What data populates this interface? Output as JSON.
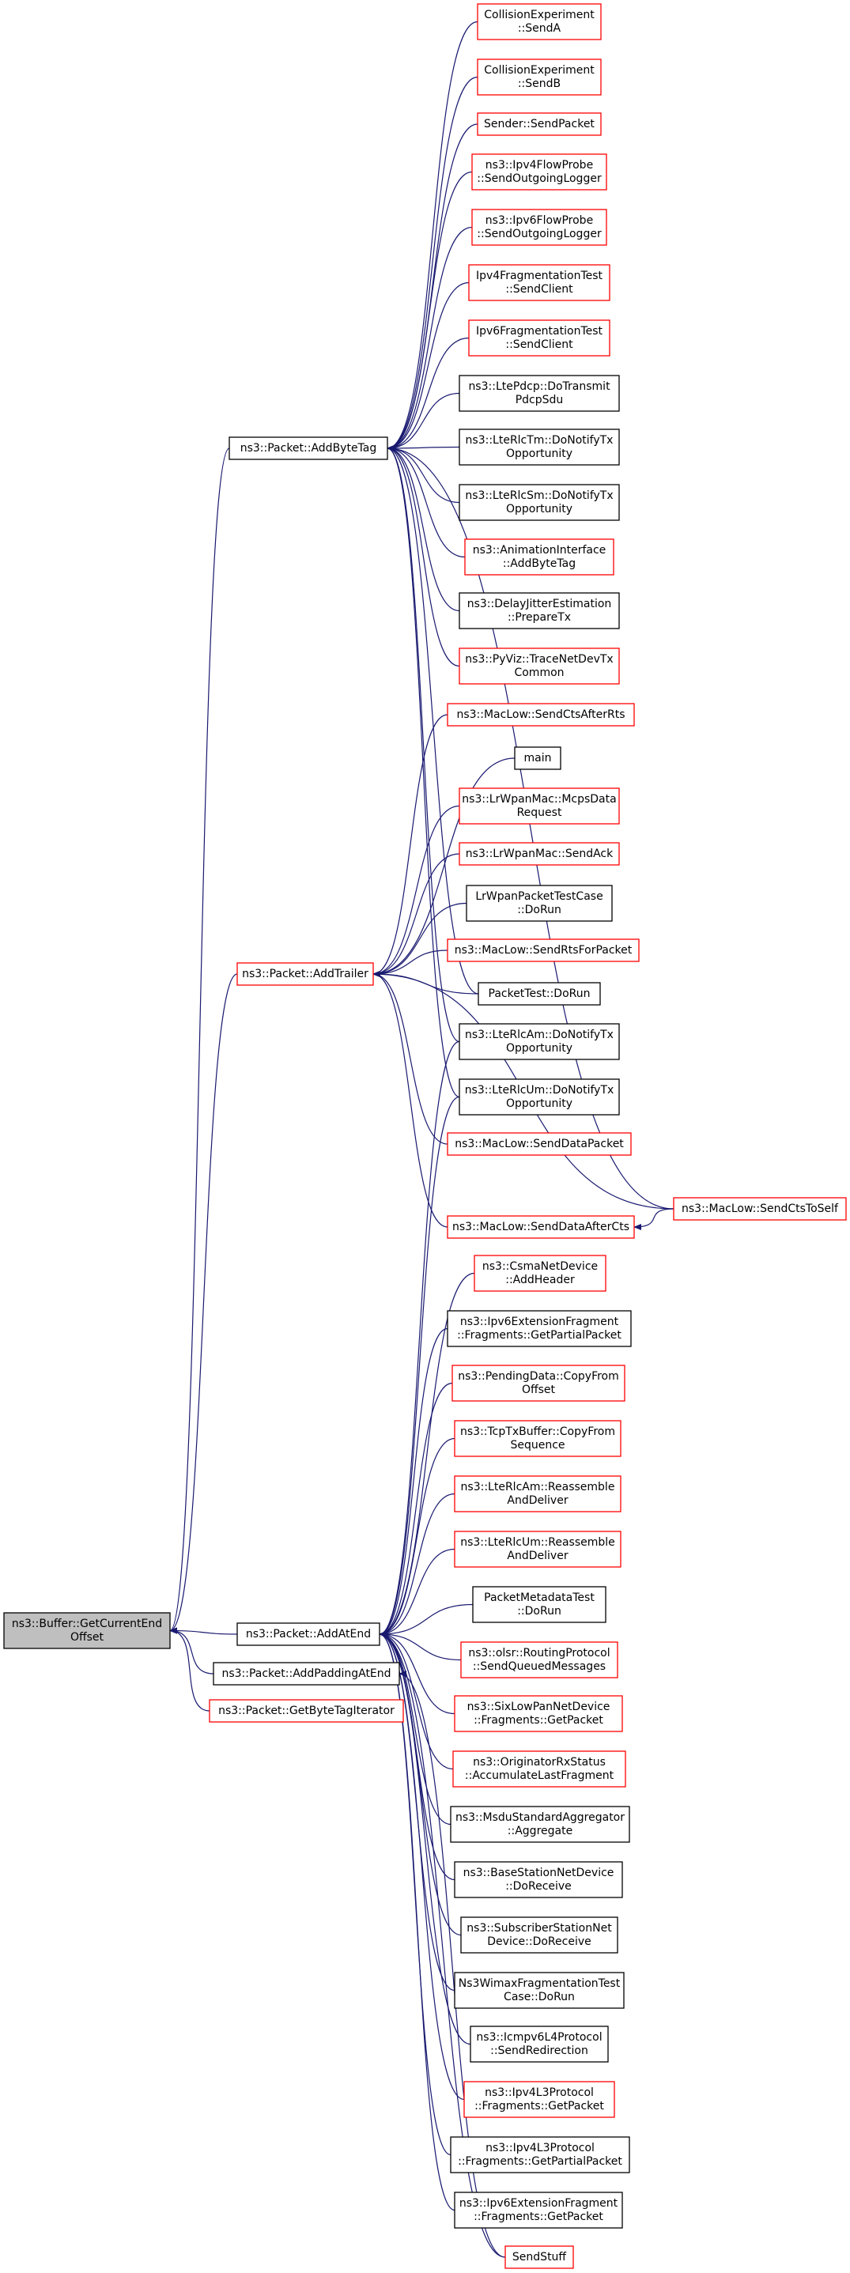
{
  "colors": {
    "edge": "#191970",
    "node_border_default": "#000000",
    "node_border_highlight": "#ff0000",
    "root_fill": "#bfbfbf"
  },
  "nodes": [
    {
      "id": "root",
      "lines": [
        "ns3::Buffer::GetCurrentEnd",
        "Offset"
      ],
      "style": "root"
    },
    {
      "id": "addbytetag",
      "lines": [
        "ns3::Packet::AddByteTag"
      ],
      "style": "black"
    },
    {
      "id": "addtrailer",
      "lines": [
        "ns3::Packet::AddTrailer"
      ],
      "style": "red"
    },
    {
      "id": "addatend",
      "lines": [
        "ns3::Packet::AddAtEnd"
      ],
      "style": "black"
    },
    {
      "id": "addpadding",
      "lines": [
        "ns3::Packet::AddPaddingAtEnd"
      ],
      "style": "black"
    },
    {
      "id": "getbytetagit",
      "lines": [
        "ns3::Packet::GetByteTagIterator"
      ],
      "style": "red"
    },
    {
      "id": "collA",
      "lines": [
        "CollisionExperiment",
        "::SendA"
      ],
      "style": "red"
    },
    {
      "id": "collB",
      "lines": [
        "CollisionExperiment",
        "::SendB"
      ],
      "style": "red"
    },
    {
      "id": "senderSend",
      "lines": [
        "Sender::SendPacket"
      ],
      "style": "red"
    },
    {
      "id": "ipv4flow",
      "lines": [
        "ns3::Ipv4FlowProbe",
        "::SendOutgoingLogger"
      ],
      "style": "red"
    },
    {
      "id": "ipv6flow",
      "lines": [
        "ns3::Ipv6FlowProbe",
        "::SendOutgoingLogger"
      ],
      "style": "red"
    },
    {
      "id": "ipv4frag",
      "lines": [
        "Ipv4FragmentationTest",
        "::SendClient"
      ],
      "style": "red"
    },
    {
      "id": "ipv6frag",
      "lines": [
        "Ipv6FragmentationTest",
        "::SendClient"
      ],
      "style": "red"
    },
    {
      "id": "ltepdcp",
      "lines": [
        "ns3::LtePdcp::DoTransmit",
        "PdcpSdu"
      ],
      "style": "black"
    },
    {
      "id": "lterlctm",
      "lines": [
        "ns3::LteRlcTm::DoNotifyTx",
        "Opportunity"
      ],
      "style": "black"
    },
    {
      "id": "lterlcsm",
      "lines": [
        "ns3::LteRlcSm::DoNotifyTx",
        "Opportunity"
      ],
      "style": "black"
    },
    {
      "id": "animif",
      "lines": [
        "ns3::AnimationInterface",
        "::AddByteTag"
      ],
      "style": "red"
    },
    {
      "id": "delayjitter",
      "lines": [
        "ns3::DelayJitterEstimation",
        "::PrepareTx"
      ],
      "style": "black"
    },
    {
      "id": "pyviz",
      "lines": [
        "ns3::PyViz::TraceNetDevTx",
        "Common"
      ],
      "style": "red"
    },
    {
      "id": "maclowcts",
      "lines": [
        "ns3::MacLow::SendCtsAfterRts"
      ],
      "style": "red"
    },
    {
      "id": "main",
      "lines": [
        "main"
      ],
      "style": "black"
    },
    {
      "id": "lrwpanmcps",
      "lines": [
        "ns3::LrWpanMac::McpsData",
        "Request"
      ],
      "style": "red"
    },
    {
      "id": "lrwpanack",
      "lines": [
        "ns3::LrWpanMac::SendAck"
      ],
      "style": "red"
    },
    {
      "id": "lrwpantest",
      "lines": [
        "LrWpanPacketTestCase",
        "::DoRun"
      ],
      "style": "black"
    },
    {
      "id": "maclowrts",
      "lines": [
        "ns3::MacLow::SendRtsForPacket"
      ],
      "style": "red"
    },
    {
      "id": "packettest",
      "lines": [
        "PacketTest::DoRun"
      ],
      "style": "black"
    },
    {
      "id": "lterlcam",
      "lines": [
        "ns3::LteRlcAm::DoNotifyTx",
        "Opportunity"
      ],
      "style": "black"
    },
    {
      "id": "lterlcum",
      "lines": [
        "ns3::LteRlcUm::DoNotifyTx",
        "Opportunity"
      ],
      "style": "black"
    },
    {
      "id": "maclowdata",
      "lines": [
        "ns3::MacLow::SendDataPacket"
      ],
      "style": "red"
    },
    {
      "id": "maclowctsself",
      "lines": [
        "ns3::MacLow::SendCtsToSelf"
      ],
      "style": "red"
    },
    {
      "id": "maclowdatacts",
      "lines": [
        "ns3::MacLow::SendDataAfterCts"
      ],
      "style": "red"
    },
    {
      "id": "csma",
      "lines": [
        "ns3::CsmaNetDevice",
        "::AddHeader"
      ],
      "style": "red"
    },
    {
      "id": "ipv6extfragpartial",
      "lines": [
        "ns3::Ipv6ExtensionFragment",
        "::Fragments::GetPartialPacket"
      ],
      "style": "black"
    },
    {
      "id": "pendingdata",
      "lines": [
        "ns3::PendingData::CopyFrom",
        "Offset"
      ],
      "style": "red"
    },
    {
      "id": "tcptxbuf",
      "lines": [
        "ns3::TcpTxBuffer::CopyFrom",
        "Sequence"
      ],
      "style": "red"
    },
    {
      "id": "lterlcamreas",
      "lines": [
        "ns3::LteRlcAm::Reassemble",
        "AndDeliver"
      ],
      "style": "red"
    },
    {
      "id": "lterlcumreas",
      "lines": [
        "ns3::LteRlcUm::Reassemble",
        "AndDeliver"
      ],
      "style": "red"
    },
    {
      "id": "pktmeta",
      "lines": [
        "PacketMetadataTest",
        "::DoRun"
      ],
      "style": "black"
    },
    {
      "id": "olsr",
      "lines": [
        "ns3::olsr::RoutingProtocol",
        "::SendQueuedMessages"
      ],
      "style": "red"
    },
    {
      "id": "sixlowpan",
      "lines": [
        "ns3::SixLowPanNetDevice",
        "::Fragments::GetPacket"
      ],
      "style": "red"
    },
    {
      "id": "originator",
      "lines": [
        "ns3::OriginatorRxStatus",
        "::AccumulateLastFragment"
      ],
      "style": "red"
    },
    {
      "id": "msdu",
      "lines": [
        "ns3::MsduStandardAggregator",
        "::Aggregate"
      ],
      "style": "black"
    },
    {
      "id": "bsnetdev",
      "lines": [
        "ns3::BaseStationNetDevice",
        "::DoReceive"
      ],
      "style": "black"
    },
    {
      "id": "ssnetdev",
      "lines": [
        "ns3::SubscriberStationNet",
        "Device::DoReceive"
      ],
      "style": "black"
    },
    {
      "id": "wimaxfrag",
      "lines": [
        "Ns3WimaxFragmentationTest",
        "Case::DoRun"
      ],
      "style": "black"
    },
    {
      "id": "icmpv6",
      "lines": [
        "ns3::Icmpv6L4Protocol",
        "::SendRedirection"
      ],
      "style": "black"
    },
    {
      "id": "ipv4l3get",
      "lines": [
        "ns3::Ipv4L3Protocol",
        "::Fragments::GetPacket"
      ],
      "style": "red"
    },
    {
      "id": "ipv4l3partial",
      "lines": [
        "ns3::Ipv4L3Protocol",
        "::Fragments::GetPartialPacket"
      ],
      "style": "black"
    },
    {
      "id": "ipv6extfragget",
      "lines": [
        "ns3::Ipv6ExtensionFragment",
        "::Fragments::GetPacket"
      ],
      "style": "black"
    },
    {
      "id": "sendstuff",
      "lines": [
        "SendStuff"
      ],
      "style": "red"
    }
  ],
  "edges": [
    [
      "addbytetag",
      "root"
    ],
    [
      "addtrailer",
      "root"
    ],
    [
      "addatend",
      "root"
    ],
    [
      "addpadding",
      "root"
    ],
    [
      "getbytetagit",
      "root"
    ],
    [
      "collA",
      "addbytetag"
    ],
    [
      "collB",
      "addbytetag"
    ],
    [
      "senderSend",
      "addbytetag"
    ],
    [
      "ipv4flow",
      "addbytetag"
    ],
    [
      "ipv6flow",
      "addbytetag"
    ],
    [
      "ipv4frag",
      "addbytetag"
    ],
    [
      "ipv6frag",
      "addbytetag"
    ],
    [
      "ltepdcp",
      "addbytetag"
    ],
    [
      "lterlctm",
      "addbytetag"
    ],
    [
      "lterlcsm",
      "addbytetag"
    ],
    [
      "animif",
      "addbytetag"
    ],
    [
      "delayjitter",
      "addbytetag"
    ],
    [
      "pyviz",
      "addbytetag"
    ],
    [
      "packettest",
      "addbytetag"
    ],
    [
      "lterlcam",
      "addbytetag"
    ],
    [
      "lterlcum",
      "addbytetag"
    ],
    [
      "maclowctsself",
      "addbytetag"
    ],
    [
      "maclowcts",
      "addtrailer"
    ],
    [
      "main",
      "addtrailer"
    ],
    [
      "lrwpanmcps",
      "addtrailer"
    ],
    [
      "lrwpanack",
      "addtrailer"
    ],
    [
      "lrwpantest",
      "addtrailer"
    ],
    [
      "maclowrts",
      "addtrailer"
    ],
    [
      "packettest",
      "addtrailer"
    ],
    [
      "maclowdata",
      "addtrailer"
    ],
    [
      "maclowdatacts",
      "addtrailer"
    ],
    [
      "maclowctsself",
      "addtrailer"
    ],
    [
      "maclowctsself",
      "maclowdatacts"
    ],
    [
      "lterlcam",
      "addatend"
    ],
    [
      "lterlcum",
      "addatend"
    ],
    [
      "csma",
      "addatend"
    ],
    [
      "ipv6extfragpartial",
      "addatend"
    ],
    [
      "pendingdata",
      "addatend"
    ],
    [
      "tcptxbuf",
      "addatend"
    ],
    [
      "lterlcamreas",
      "addatend"
    ],
    [
      "lterlcumreas",
      "addatend"
    ],
    [
      "pktmeta",
      "addatend"
    ],
    [
      "olsr",
      "addatend"
    ],
    [
      "sixlowpan",
      "addatend"
    ],
    [
      "originator",
      "addatend"
    ],
    [
      "msdu",
      "addatend"
    ],
    [
      "bsnetdev",
      "addatend"
    ],
    [
      "ssnetdev",
      "addatend"
    ],
    [
      "wimaxfrag",
      "addatend"
    ],
    [
      "icmpv6",
      "addatend"
    ],
    [
      "ipv4l3get",
      "addatend"
    ],
    [
      "ipv4l3partial",
      "addatend"
    ],
    [
      "ipv6extfragget",
      "addatend"
    ],
    [
      "sendstuff",
      "addatend"
    ],
    [
      "sendstuff",
      "addpadding"
    ]
  ]
}
